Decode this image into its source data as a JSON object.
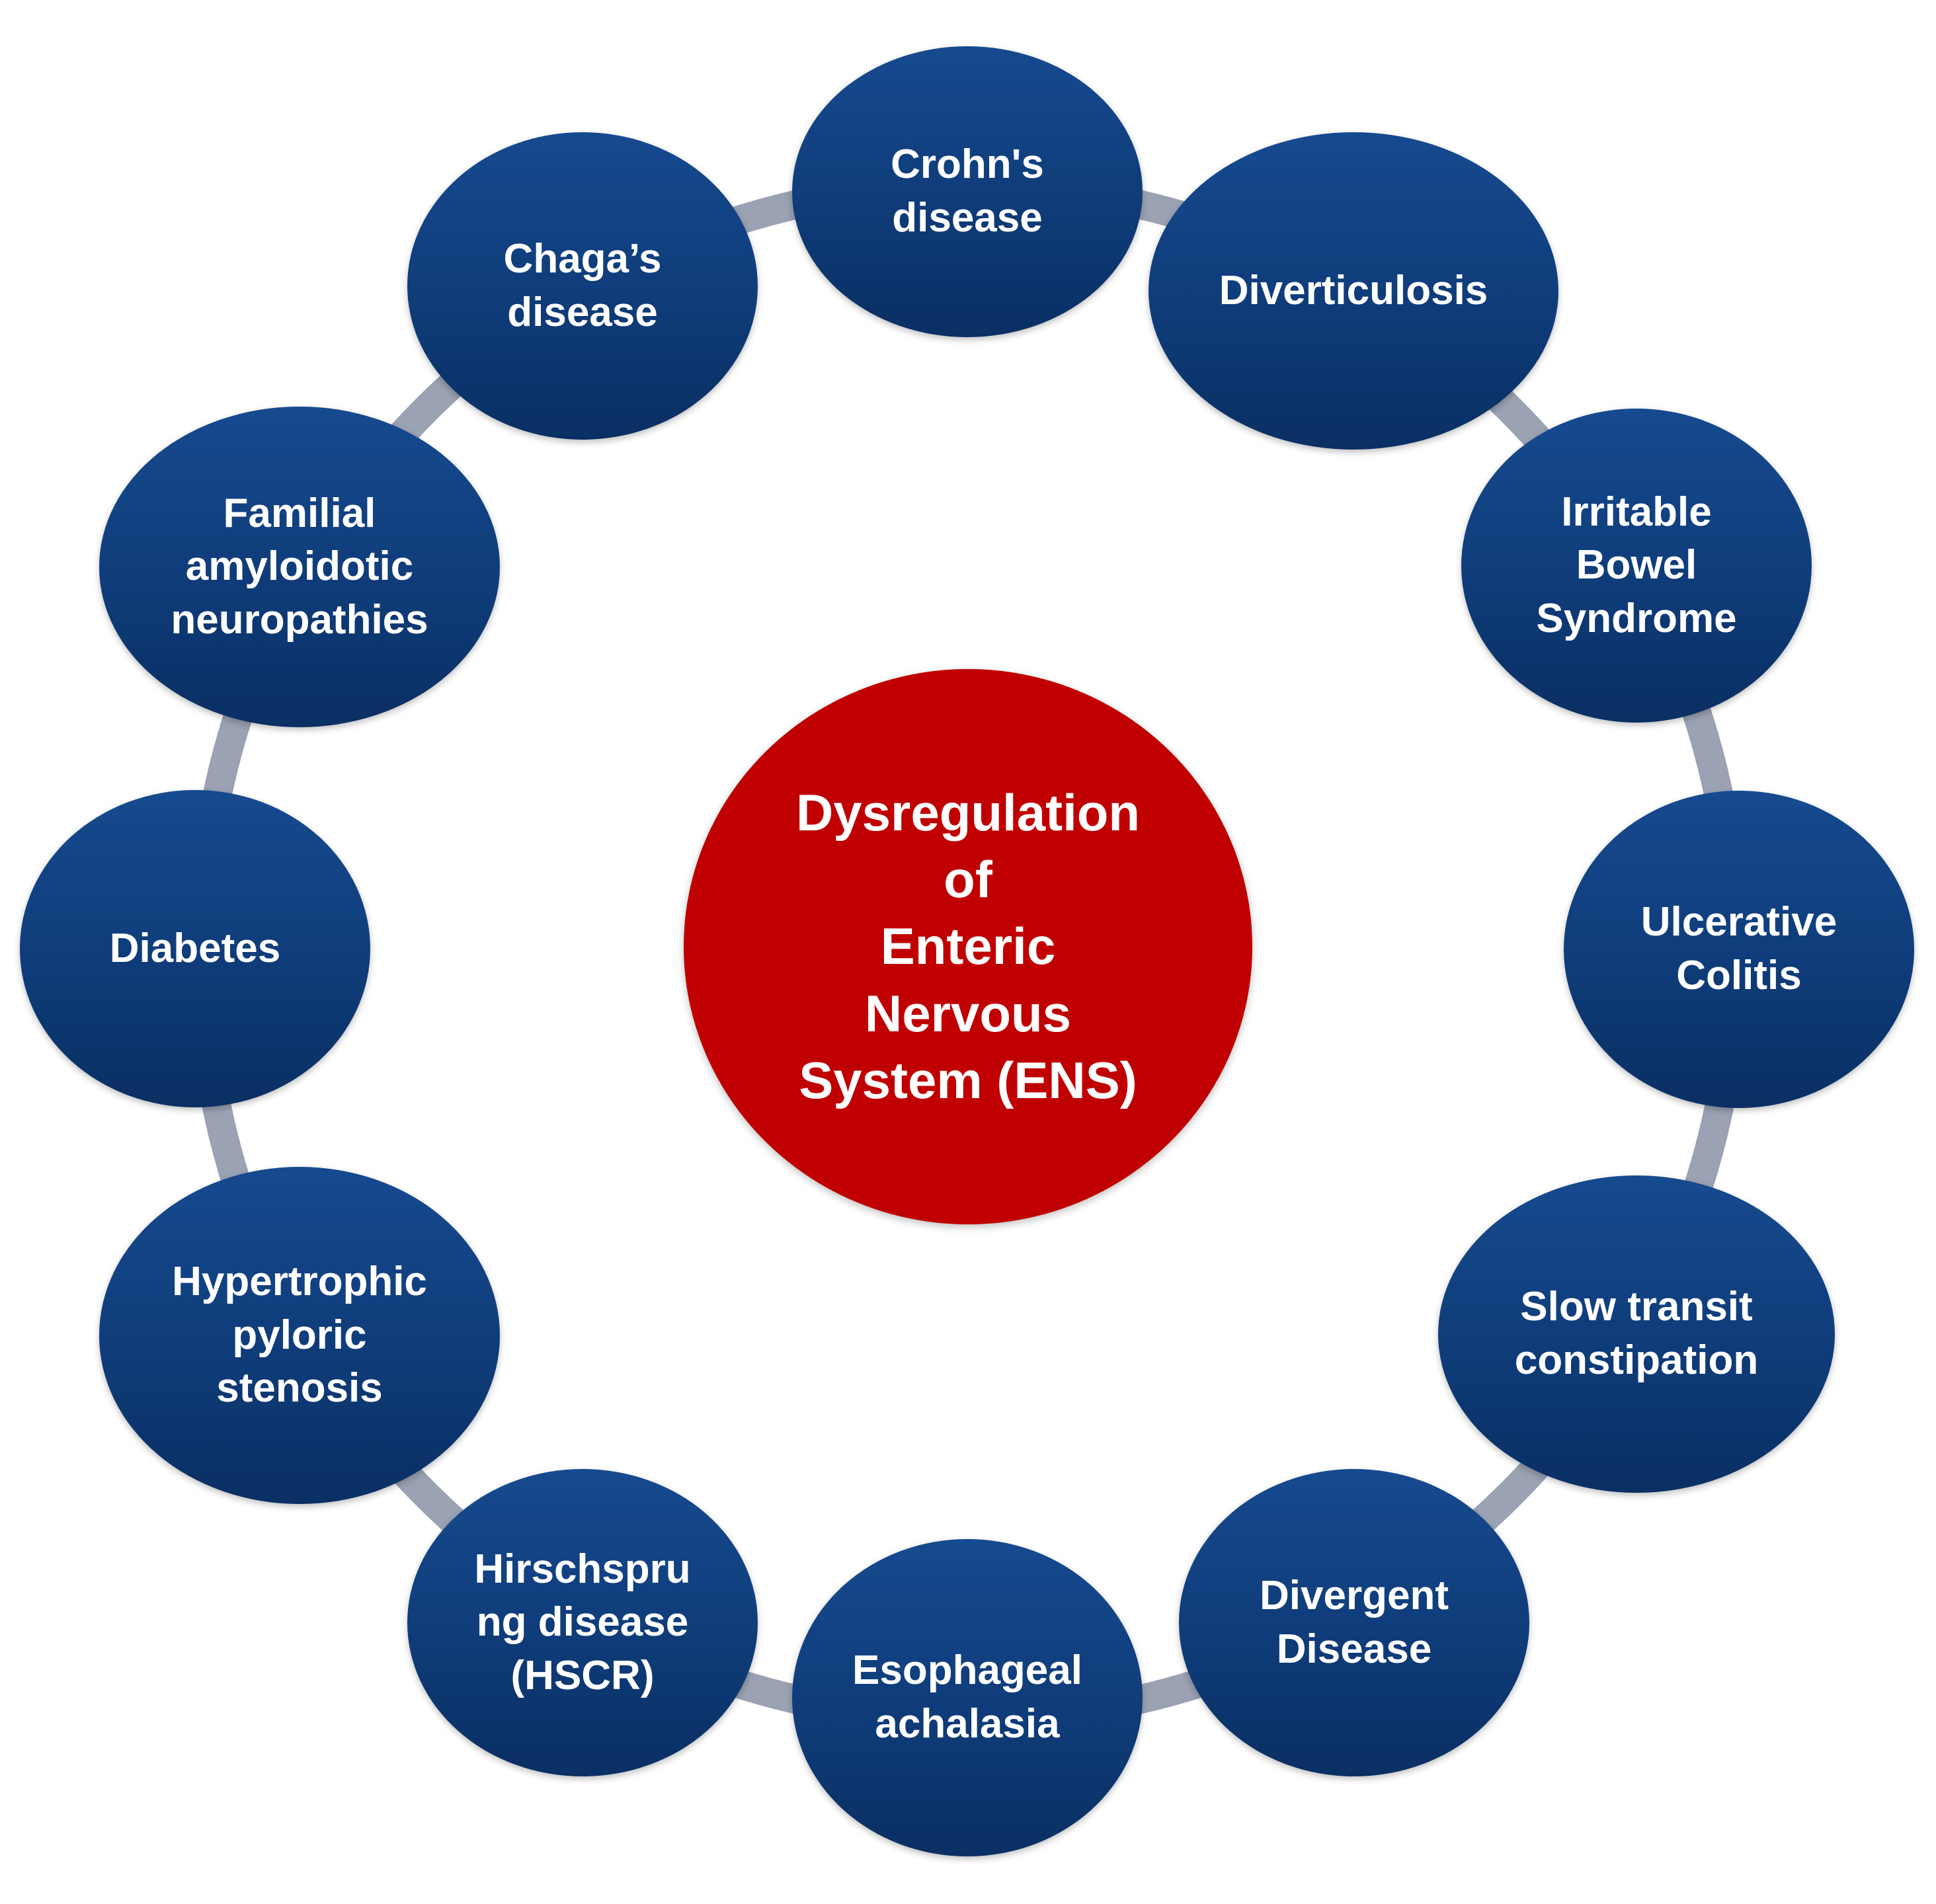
{
  "center": {
    "label": "Dysregulation\nof\nEnteric\nNervous\nSystem (ENS)"
  },
  "colors": {
    "node": "#0f3c79",
    "center": "#c00000",
    "ring": "#9aa2b3"
  },
  "nodes": [
    {
      "name": "crohns-disease",
      "label": "Crohn's\ndisease"
    },
    {
      "name": "diverticulosis",
      "label": "Diverticulosis"
    },
    {
      "name": "irritable-bowel-syndrome",
      "label": "Irritable\nBowel\nSyndrome"
    },
    {
      "name": "ulcerative-colitis",
      "label": "Ulcerative\nColitis"
    },
    {
      "name": "slow-transit-constipation",
      "label": "Slow transit\nconstipation"
    },
    {
      "name": "divergent-disease",
      "label": "Divergent\nDisease"
    },
    {
      "name": "esophageal-achalasia",
      "label": "Esophageal\nachalasia"
    },
    {
      "name": "hirschsprung-disease",
      "label": "Hirschspru\nng disease\n(HSCR)"
    },
    {
      "name": "hypertrophic-pyloric-stenosis",
      "label": "Hypertrophic\npyloric\nstenosis"
    },
    {
      "name": "diabetes",
      "label": "Diabetes"
    },
    {
      "name": "familial-amyloidotic-neuropathies",
      "label": "Familial\namyloidotic\nneuropathies"
    },
    {
      "name": "chagas-disease",
      "label": "Chaga’s\ndisease"
    }
  ]
}
